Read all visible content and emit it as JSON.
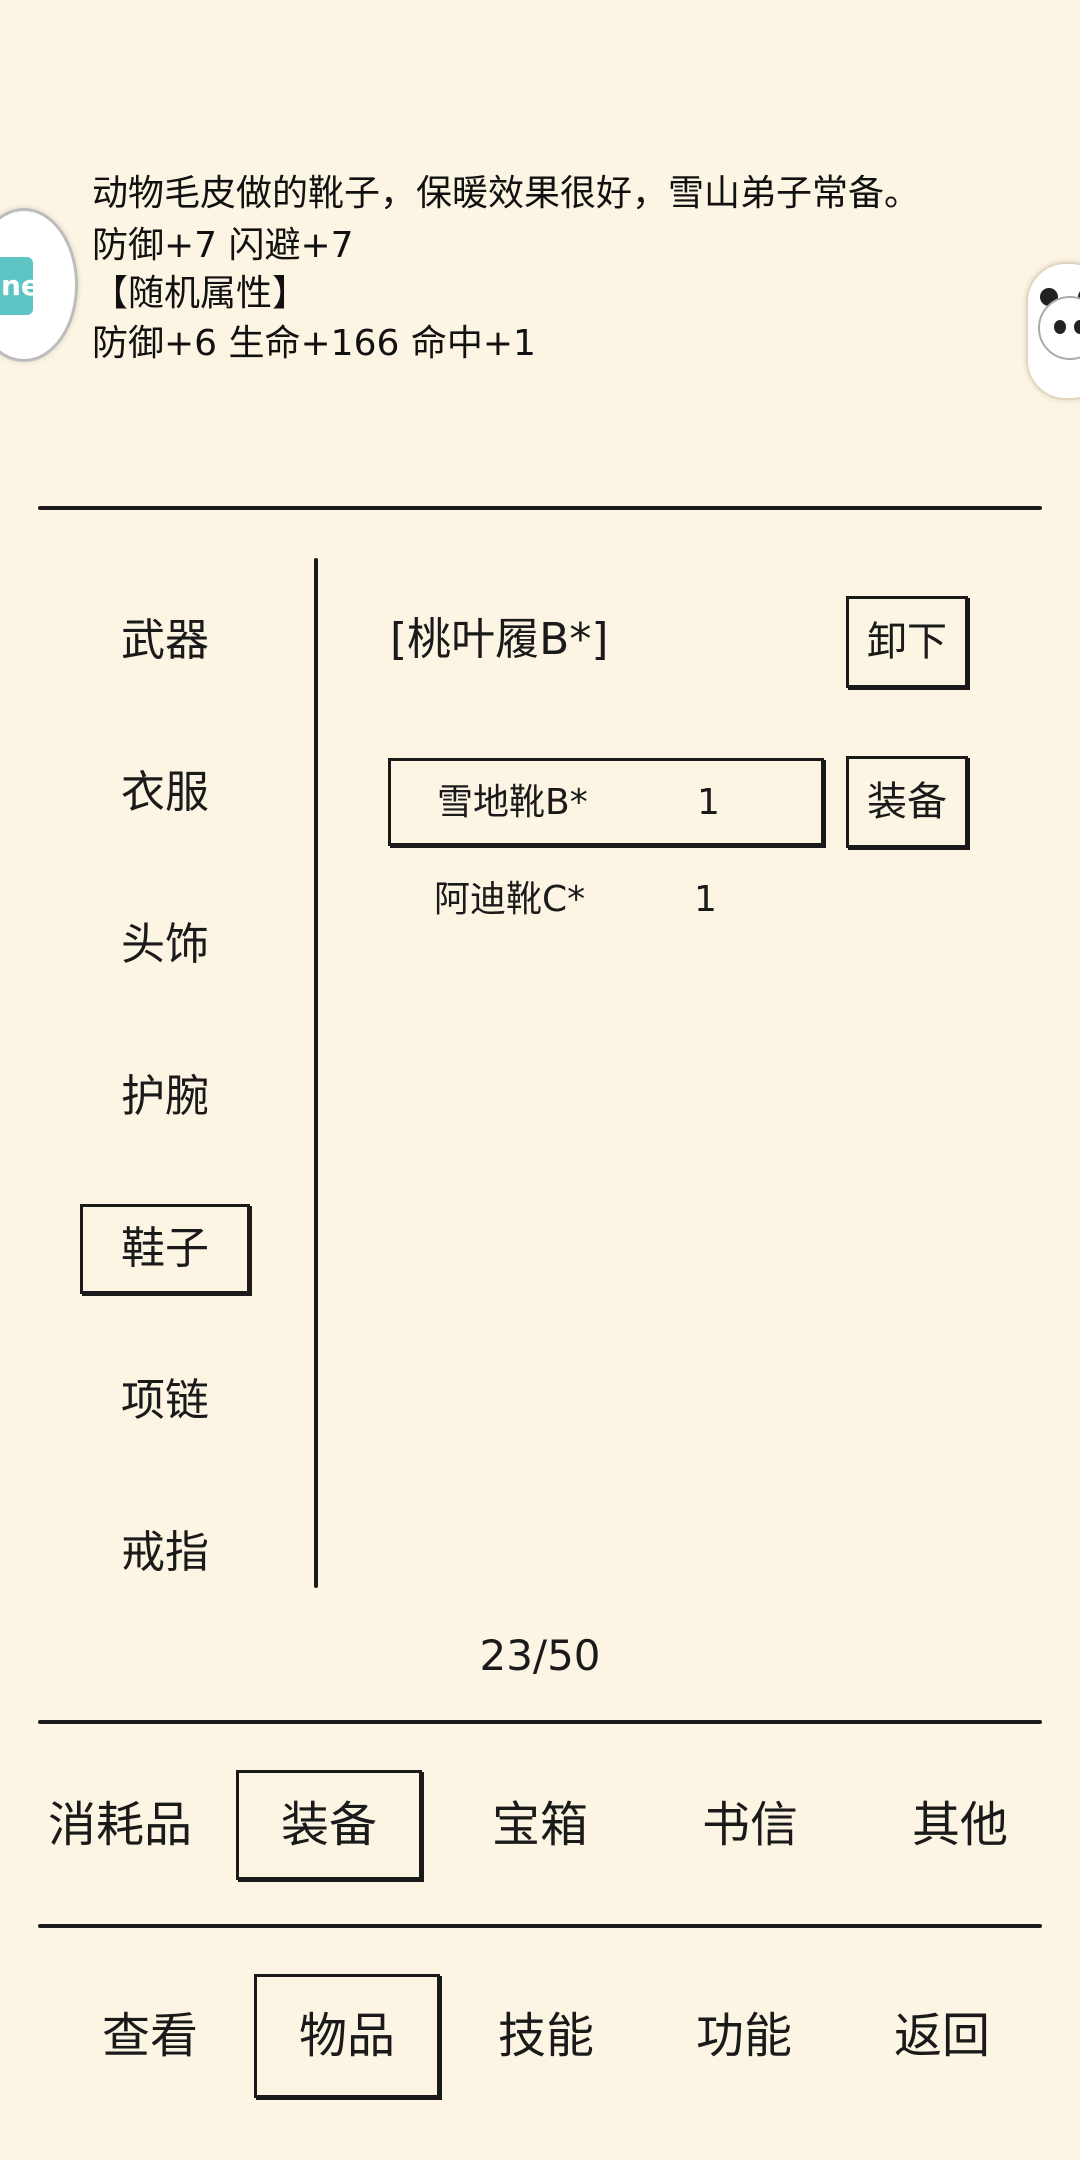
{
  "description": {
    "lines": [
      "动物毛皮做的靴子，保暖效果很好，雪山弟子常备。",
      "防御+7 闪避+7",
      "【随机属性】",
      "防御+6 生命+166 命中+1"
    ]
  },
  "floating": {
    "left_icon": "app-badge-icon",
    "left_badge_text": "ne",
    "right_icon": "panda-icon"
  },
  "categories": [
    "武器",
    "衣服",
    "头饰",
    "护腕",
    "鞋子",
    "项链",
    "戒指"
  ],
  "selected_category": "鞋子",
  "equipped": {
    "name": "[桃叶履B*]",
    "unequip_label": "卸下"
  },
  "items": [
    {
      "name": "雪地靴B*",
      "qty": "1",
      "selected": true
    },
    {
      "name": "阿迪靴C*",
      "qty": "1",
      "selected": false
    }
  ],
  "equip_label": "装备",
  "inventory_count": "23/50",
  "item_tabs": [
    "消耗品",
    "装备",
    "宝箱",
    "书信",
    "其他"
  ],
  "selected_item_tab": "装备",
  "nav_tabs": [
    "查看",
    "物品",
    "技能",
    "功能",
    "返回"
  ],
  "selected_nav_tab": "物品"
}
